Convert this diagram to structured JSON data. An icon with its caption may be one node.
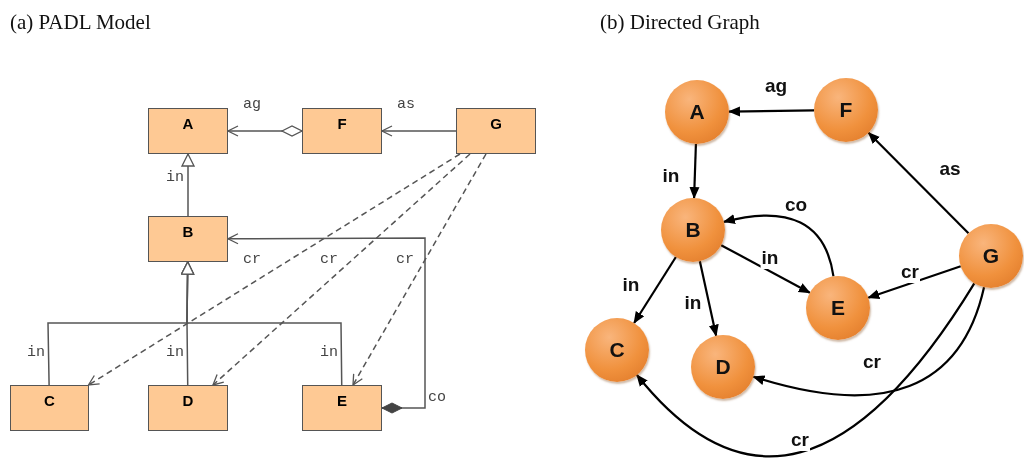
{
  "diagram": {
    "nodes": [
      {
        "text": [
          "A"
        ]
      },
      {
        "text": [
          "F"
        ]
      },
      {
        "text": [
          "G"
        ]
      },
      {
        "text": [
          "B"
        ]
      },
      {
        "text": [
          "C"
        ]
      },
      {
        "text": [
          "D"
        ]
      },
      {
        "text": [
          "E"
        ]
      },
      {
        "text": [
          "A"
        ]
      },
      {
        "text": [
          "F"
        ]
      },
      {
        "text": [
          "B"
        ]
      },
      {
        "text": [
          "G"
        ]
      },
      {
        "text": [
          "E"
        ]
      },
      {
        "text": [
          "C"
        ]
      },
      {
        "text": [
          "D"
        ]
      }
    ],
    "edges": [
      {
        "from": 1,
        "to": 0,
        "arrow": "to",
        "label": "ag"
      },
      {
        "from": 2,
        "to": 1,
        "arrow": "to",
        "label": "as"
      },
      {
        "from": 3,
        "to": 0,
        "arrow": "to",
        "label": "in"
      },
      {
        "from": 4,
        "to": 3,
        "arrow": "to",
        "label": "in"
      },
      {
        "from": 5,
        "to": 3,
        "arrow": "to",
        "label": "in"
      },
      {
        "from": 6,
        "to": 3,
        "arrow": "to",
        "label": "in"
      },
      {
        "from": 2,
        "to": 4,
        "arrow": "to",
        "label": "cr",
        "style": "dashed"
      },
      {
        "from": 2,
        "to": 5,
        "arrow": "to",
        "label": "cr",
        "style": "dashed"
      },
      {
        "from": 2,
        "to": 6,
        "arrow": "to",
        "label": "cr",
        "style": "dashed"
      },
      {
        "from": 6,
        "to": 3,
        "arrow": "to",
        "label": "co"
      },
      {
        "from": 8,
        "to": 7,
        "arrow": "to",
        "label": "ag"
      },
      {
        "from": 7,
        "to": 9,
        "arrow": "to",
        "label": "in"
      },
      {
        "from": 9,
        "to": 12,
        "arrow": "to",
        "label": "in"
      },
      {
        "from": 9,
        "to": 13,
        "arrow": "to",
        "label": "in"
      },
      {
        "from": 9,
        "to": 11,
        "arrow": "to",
        "label": "in"
      },
      {
        "from": 11,
        "to": 9,
        "arrow": "to",
        "label": "co"
      },
      {
        "from": 10,
        "to": 8,
        "arrow": "to",
        "label": "as"
      },
      {
        "from": 10,
        "to": 11,
        "arrow": "to",
        "label": "cr"
      },
      {
        "from": 10,
        "to": 13,
        "arrow": "to",
        "label": "cr"
      },
      {
        "from": 10,
        "to": 12,
        "arrow": "to",
        "label": "cr"
      }
    ],
    "labels": [
      "(a) PADL Model",
      "(b) Directed Graph"
    ]
  }
}
